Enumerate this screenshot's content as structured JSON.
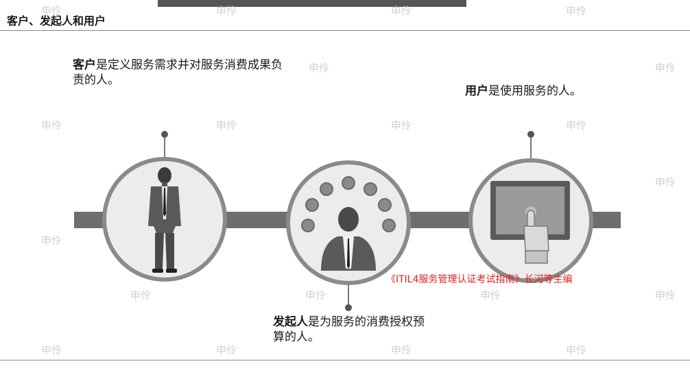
{
  "title": "客户、发起人和用户",
  "customer": {
    "term": "客户",
    "line1": "是定义服务需求并对服务消费成果负",
    "line2": "责的人。"
  },
  "user": {
    "term": "用户",
    "text": "是使用服务的人。"
  },
  "sponsor": {
    "term": "发起人",
    "line1": "是为服务的消费授权预",
    "line2": "算的人。"
  },
  "caption": "《ITIL4服务管理认证考试指南》长河等主编",
  "watermark": "申伶",
  "colors": {
    "bar": "#6e6e6e",
    "circle_fill": "#ececec",
    "circle_stroke": "#8a8a8a",
    "caption": "#e02020"
  }
}
